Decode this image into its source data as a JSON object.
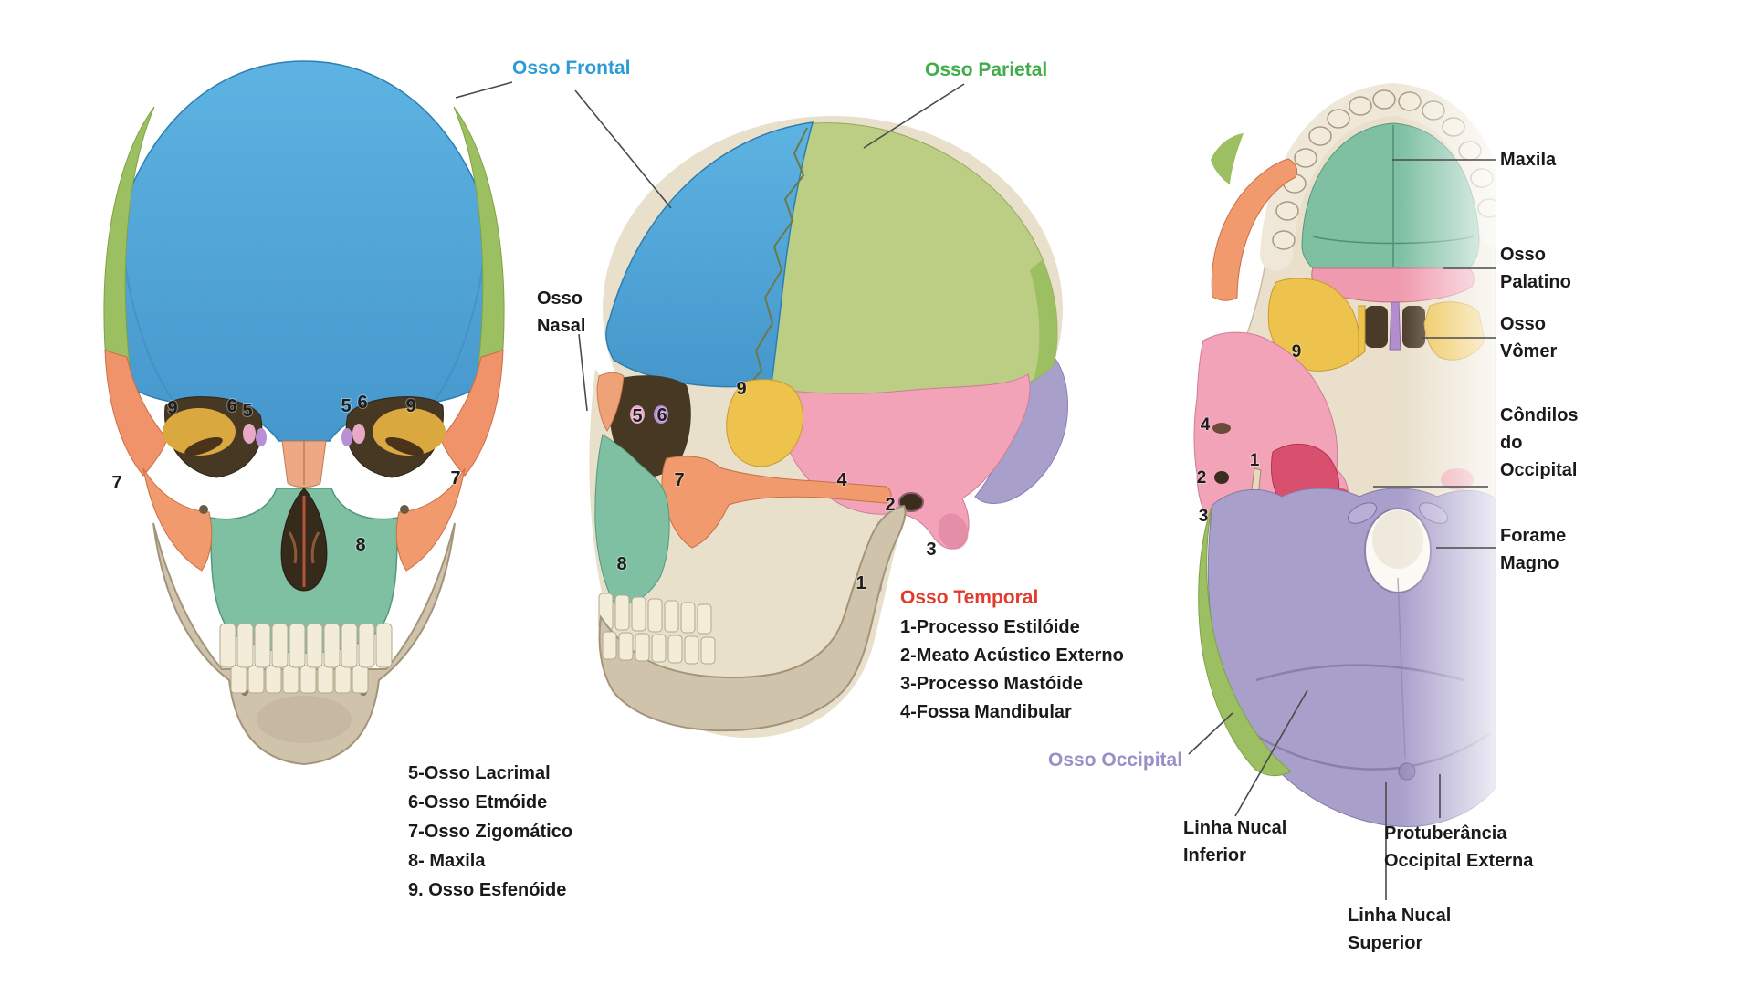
{
  "palette": {
    "frontal": "#4fa6d9",
    "parietal": "#bccd84",
    "parietal_edge": "#9cbf62",
    "temporal": "#f2a3b8",
    "occipital": "#a89fcb",
    "sphenoid": "#edc24d",
    "zygomatic": "#f09a6e",
    "maxilla": "#7fc0a3",
    "mandible": "#cfc3ac",
    "teeth": "#f2ecd8",
    "accent_red": "#d94f6e",
    "label_frontal": "#2b9cd8",
    "label_parietal": "#3fae49",
    "label_temporal": "#e23b2e",
    "label_occipital": "#9a8fc8"
  },
  "labels": {
    "osso_frontal": "Osso Frontal",
    "osso_parietal": "Osso Parietal",
    "osso_nasal": "Osso\nNasal",
    "osso_occipital": "Osso Occipital",
    "maxila": "Maxila",
    "osso_palatino": "Osso\nPalatino",
    "osso_vomer": "Osso\nVômer",
    "condilos_do_occipital": "Côndilos\ndo\nOccipital",
    "forame_magno": "Forame\nMagno",
    "linha_nucal_inferior": "Linha Nucal\nInferior",
    "linha_nucal_superior": "Linha Nucal\nSuperior",
    "protuberancia_occipital_externa": "Protuberância\nOccipital Externa"
  },
  "legend_anterior": {
    "items": [
      "5-Osso Lacrimal",
      "6-Osso Etmóide",
      "7-Osso Zigomático",
      "8- Maxila",
      "9. Osso Esfenóide"
    ]
  },
  "legend_temporal": {
    "title": "Osso Temporal",
    "items": [
      "1-Processo Estilóide",
      "2-Meato Acústico Externo",
      "3-Processo Mastóide",
      "4-Fossa Mandibular"
    ]
  },
  "numbers": {
    "anterior": [
      "9",
      "6",
      "5",
      "5",
      "6",
      "9",
      "7",
      "7",
      "8"
    ],
    "lateral": [
      "5",
      "6",
      "9",
      "7",
      "8",
      "4",
      "2",
      "3",
      "1"
    ],
    "inferior": [
      "9",
      "4",
      "2",
      "3",
      "1"
    ]
  }
}
